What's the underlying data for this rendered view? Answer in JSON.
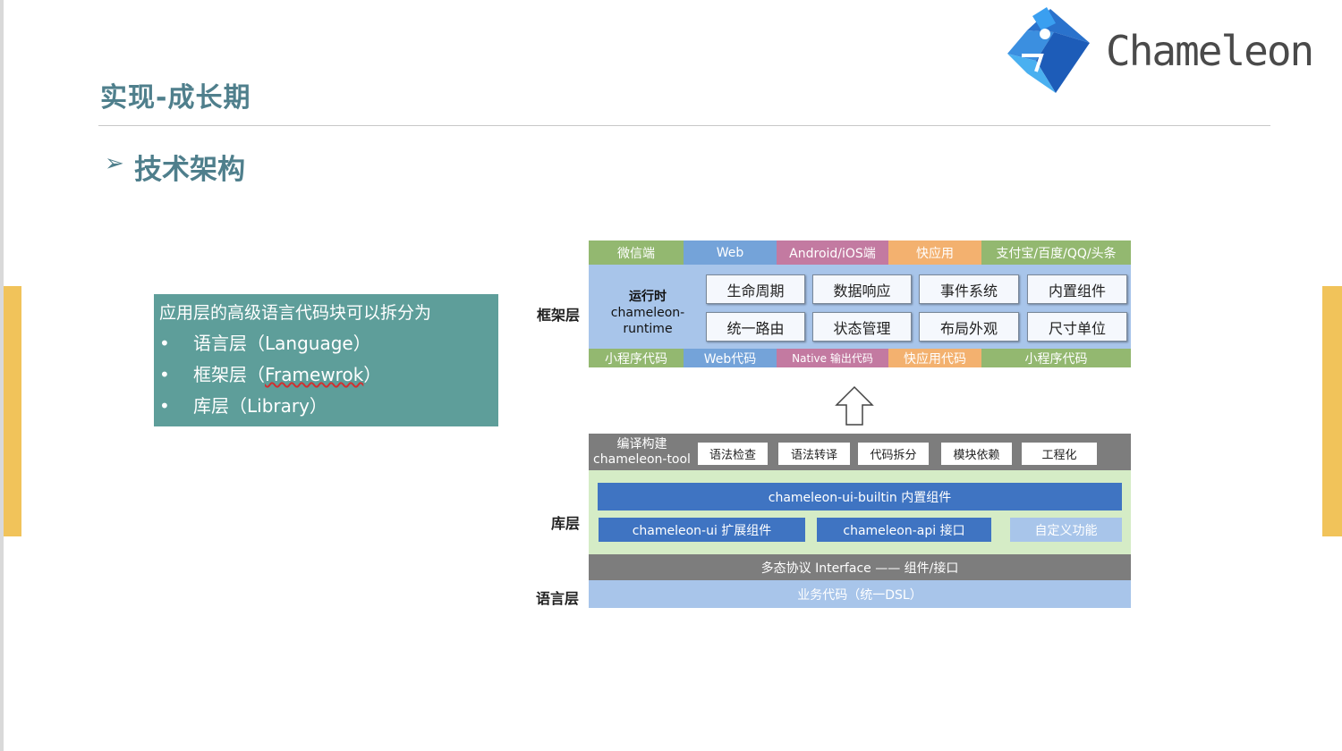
{
  "header": {
    "title": "实现-成长期",
    "logo_text": "Chameleon"
  },
  "section": {
    "arrow": "➢",
    "heading": "技术架构"
  },
  "summary": {
    "heading": "应用层的高级语言代码块可以拆分为",
    "bullet": "•",
    "items": [
      {
        "pre": "语言层（Language）",
        "word": "",
        "post": ""
      },
      {
        "pre": "框架层（",
        "word": "Framewrok",
        "post": "）"
      },
      {
        "pre": "库层（Library）",
        "word": "",
        "post": ""
      }
    ]
  },
  "diagram": {
    "row_labels": {
      "framework": "框架层",
      "library": "库层",
      "language": "语言层"
    },
    "platforms": [
      "微信端",
      "Web",
      "Android/iOS端",
      "快应用",
      "支付宝/百度/QQ/头条"
    ],
    "runtime_label": [
      "运行时",
      "chameleon-runtime"
    ],
    "runtime_modules": [
      "生命周期",
      "数据响应",
      "事件系统",
      "内置组件",
      "统一路由",
      "状态管理",
      "布局外观",
      "尺寸单位"
    ],
    "outputs": [
      "小程序代码",
      "Web代码",
      "Native 输出代码",
      "快应用代码",
      "小程序代码"
    ],
    "tool_label": [
      "编译构建",
      "chameleon-tool"
    ],
    "tool_modules": [
      "语法检查",
      "语法转译",
      "代码拆分",
      "模块依赖",
      "工程化"
    ],
    "builtin": "chameleon-ui-builtin 内置组件",
    "ui_ext": "chameleon-ui 扩展组件",
    "api": "chameleon-api 接口",
    "custom": "自定义功能",
    "interface": "多态协议 Interface —— 组件/接口",
    "business": "业务代码（统一DSL）"
  },
  "colors": {
    "accent": "#4f7f8c",
    "side_tab": "#f1c35a",
    "summary_bg": "#5e9e9a",
    "green": "#93b870",
    "blue": "#74a3d9",
    "pink": "#c37aa1",
    "orange": "#f3b16f",
    "gray": "#7d7d7d",
    "light_blue": "#a8c5ea",
    "light_green": "#d5ecc6"
  }
}
